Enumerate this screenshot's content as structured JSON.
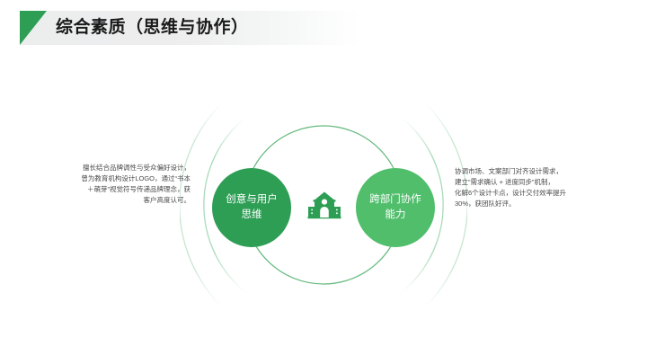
{
  "slide": {
    "title": "综合素质（思维与协作）",
    "accent_color": "#2e9e55",
    "secondary_color": "#51be6c",
    "band_color": "#ededee",
    "background": "#ffffff"
  },
  "diagram": {
    "center_icon_name": "school-building-icon",
    "nodes": [
      {
        "id": "creativity",
        "label": "创意与用户思维",
        "color": "#2e9e55",
        "side": "left"
      },
      {
        "id": "collaboration",
        "label": "跨部门协作能力",
        "color": "#51be6c",
        "side": "right"
      }
    ],
    "rings": [
      {
        "id": "inner-ring",
        "color": "#4caf6a",
        "opacity": 0.95
      },
      {
        "id": "middle-ring",
        "color": "#7cc894",
        "opacity": 0.55
      },
      {
        "id": "outer-ring",
        "color": "#a8d8b8",
        "opacity": 0.35
      }
    ]
  },
  "descriptions": {
    "left": {
      "name": "creativity-description",
      "lines": [
        "擅长结合品牌调性与受众偏好设计，",
        "曾为教育机构设计LOGO，通过“书本",
        "＋萌芽”视觉符号传递品牌理念，获",
        "客户高度认可。"
      ]
    },
    "right": {
      "name": "collaboration-description",
      "lines": [
        "协调市场、文案部门对齐设计需求，",
        "建立“需求确认 + 进度同步”机制，",
        "化解6个设计卡点，设计交付效率提升",
        "30%，获团队好评。"
      ]
    }
  }
}
